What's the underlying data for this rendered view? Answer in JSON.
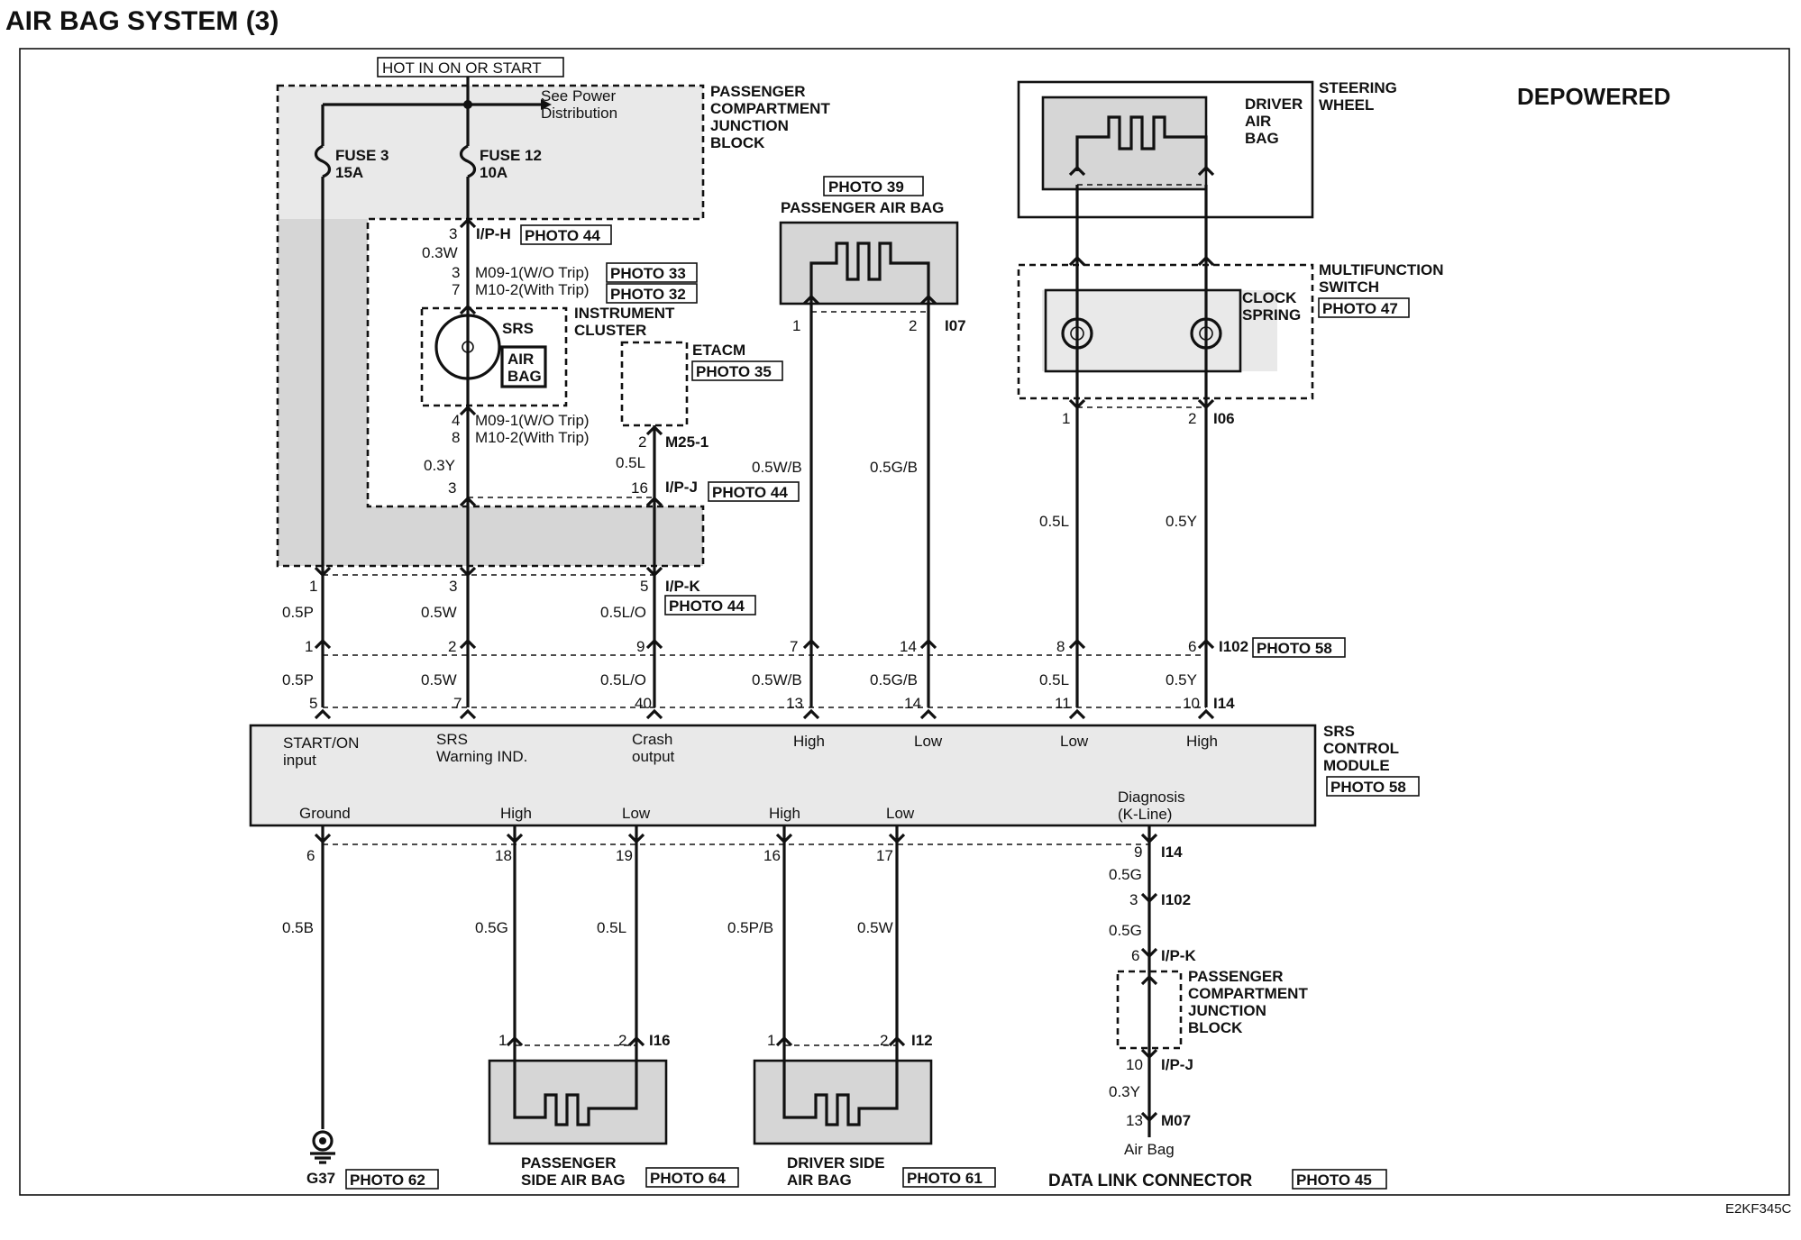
{
  "title": "AIR BAG SYSTEM (3)",
  "variant": "DEPOWERED",
  "figure_code": "E2KF345C",
  "power": {
    "hot_label": "HOT IN ON OR START",
    "see_power_1": "See Power",
    "see_power_2": "Distribution",
    "fuse3": "FUSE 3",
    "fuse3_amp": "15A",
    "fuse12": "FUSE 12",
    "fuse12_amp": "10A"
  },
  "pcjb_top": [
    "PASSENGER",
    "COMPARTMENT",
    "JUNCTION",
    "BLOCK"
  ],
  "pcjb_bottom": [
    "PASSENGER",
    "COMPARTMENT",
    "JUNCTION",
    "BLOCK"
  ],
  "cluster": {
    "srs": "SRS",
    "air": "AIR",
    "bag": "BAG",
    "name_1": "INSTRUMENT",
    "name_2": "CLUSTER",
    "m09_top": "M09-1(W/O Trip)",
    "m10_top": "M10-2(With Trip)",
    "m09_bot": "M09-1(W/O Trip)",
    "m10_bot": "M10-2(With Trip)"
  },
  "etacm": {
    "name": "ETACM",
    "photo": "PHOTO 35",
    "conn": "M25-1"
  },
  "passenger_airbag": {
    "photo": "PHOTO 39",
    "name": "PASSENGER AIR BAG",
    "conn": "I07"
  },
  "steering": {
    "name_1": "STEERING",
    "name_2": "WHEEL",
    "driver_1": "DRIVER",
    "driver_2": "AIR",
    "driver_3": "BAG"
  },
  "multifunction": {
    "name_1": "MULTIFUNCTION",
    "name_2": "SWITCH",
    "clock_1": "CLOCK",
    "clock_2": "SPRING",
    "photo": "PHOTO 47",
    "conn": "I06"
  },
  "connectors": {
    "iph": "I/P-H",
    "iph_photo": "PHOTO 44",
    "m09_photo": "PHOTO 33",
    "m10_photo": "PHOTO 32",
    "ipj": "I/P-J",
    "ipj_photo": "PHOTO 44",
    "ipk": "I/P-K",
    "ipk_photo": "PHOTO 44",
    "i102": "I102",
    "i102_photo": "PHOTO 58",
    "i14": "I14",
    "i14b": "I14",
    "i102b": "I102",
    "ipkb": "I/P-K",
    "ipjb": "I/P-J",
    "m07": "M07",
    "i16": "I16",
    "i12": "I12"
  },
  "pins": {
    "iph_3": "3",
    "m_top_3": "3",
    "m_top_7": "7",
    "m_bot_4": "4",
    "m_bot_8": "8",
    "m25_2": "2",
    "ipj_3": "3",
    "ipj_16": "16",
    "i07_1": "1",
    "i07_2": "2",
    "i06_1": "1",
    "i06_2": "2",
    "ipk_1": "1",
    "ipk_3": "3",
    "ipk_5": "5",
    "i102_1": "1",
    "i102_2": "2",
    "i102_9": "9",
    "i102_7": "7",
    "i102_14": "14",
    "i102_8": "8",
    "i102_6": "6",
    "i14_5": "5",
    "i14_7": "7",
    "i14_40": "40",
    "i14_13": "13",
    "i14_14": "14",
    "i14_11": "11",
    "i14_10": "10",
    "b_6": "6",
    "b_18": "18",
    "b_19": "19",
    "b_16": "16",
    "b_17": "17",
    "b_9": "9",
    "dlc_3": "3",
    "dlc_6": "6",
    "dlc_10": "10",
    "dlc_13": "13",
    "i16_1": "1",
    "i16_2": "2",
    "i12_1": "1",
    "i12_2": "2"
  },
  "wires": {
    "w_03w": "0.3W",
    "w_03y": "0.3Y",
    "w_05l_etacm": "0.5L",
    "w_05wb_top": "0.5W/B",
    "w_05gb_top": "0.5G/B",
    "w_05l_top": "0.5L",
    "w_05y_top": "0.5Y",
    "w_05p_1": "0.5P",
    "w_05w_1": "0.5W",
    "w_05lo_1": "0.5L/O",
    "w_05p_2": "0.5P",
    "w_05w_2": "0.5W",
    "w_05lo_2": "0.5L/O",
    "w_05wb_2": "0.5W/B",
    "w_05gb_2": "0.5G/B",
    "w_05l_2": "0.5L",
    "w_05y_2": "0.5Y",
    "w_05b": "0.5B",
    "w_05g": "0.5G",
    "w_05l_b": "0.5L",
    "w_05pb": "0.5P/B",
    "w_05w_b": "0.5W",
    "w_05g_dlc1": "0.5G",
    "w_05g_dlc2": "0.5G",
    "w_03y_dlc": "0.3Y"
  },
  "module": {
    "name_1": "SRS",
    "name_2": "CONTROL",
    "name_3": "MODULE",
    "photo": "PHOTO 58",
    "start_1": "START/ON",
    "start_2": "input",
    "srs_1": "SRS",
    "srs_2": "Warning IND.",
    "crash_1": "Crash",
    "crash_2": "output",
    "high_top1": "High",
    "low_top1": "Low",
    "low_top2": "Low",
    "high_top2": "High",
    "ground": "Ground",
    "high_b1": "High",
    "low_b1": "Low",
    "high_b2": "High",
    "low_b2": "Low",
    "diag_1": "Diagnosis",
    "diag_2": "(K-Line)"
  },
  "ground": {
    "name": "G37",
    "photo": "PHOTO 62"
  },
  "psab": {
    "name_1": "PASSENGER",
    "name_2": "SIDE AIR BAG",
    "photo": "PHOTO 64"
  },
  "dsab": {
    "name_1": "DRIVER SIDE",
    "name_2": "AIR BAG",
    "photo": "PHOTO 61"
  },
  "dlc": {
    "name": "DATA LINK CONNECTOR",
    "photo": "PHOTO 45",
    "airbag": "Air Bag"
  }
}
